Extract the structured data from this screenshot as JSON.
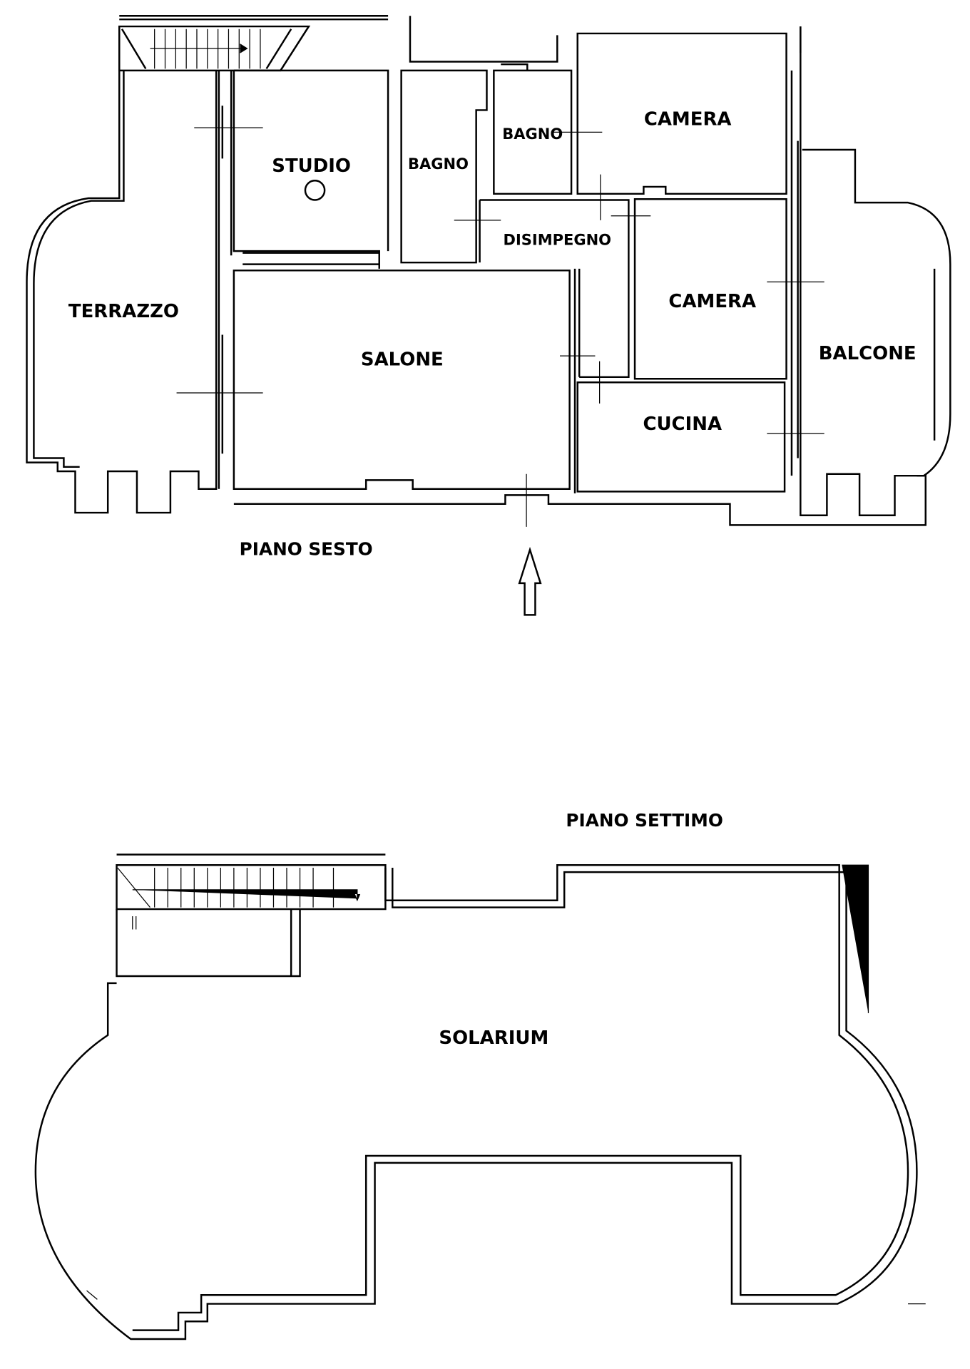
{
  "floors": [
    {
      "title": "PIANO SESTO",
      "rooms": [
        "TERRAZZO",
        "STUDIO",
        "BAGNO",
        "BAGNO",
        "CAMERA",
        "DISIMPEGNO",
        "CAMERA",
        "SALONE",
        "BALCONE",
        "CUCINA"
      ]
    },
    {
      "title": "PIANO SETTIMO",
      "rooms": [
        "SOLARIUM"
      ]
    }
  ],
  "icons": [
    "entrance-arrow-icon",
    "staircase-icon"
  ]
}
